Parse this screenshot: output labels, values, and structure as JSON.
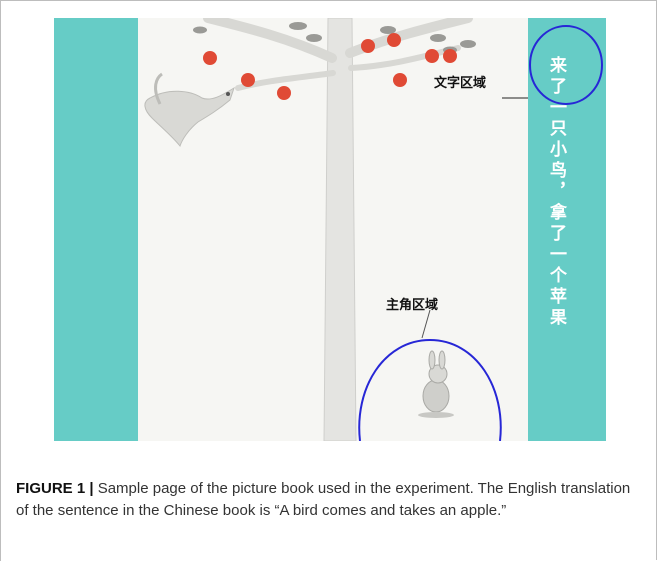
{
  "figure": {
    "labels": {
      "text_region": "文字区域",
      "protagonist_region": "主角区域"
    },
    "vertical_text": "来了一只小鸟，拿了一个苹果",
    "colors": {
      "panel": "#66ccc6",
      "page": "#f6f6f3",
      "apple": "#e04a35",
      "circle": "#2727d6"
    }
  },
  "caption": {
    "tag": "FIGURE 1 |",
    "text": " Sample page of the picture book used in the experiment. The English translation of the sentence in the Chinese book is “A bird comes and takes an apple.”"
  }
}
